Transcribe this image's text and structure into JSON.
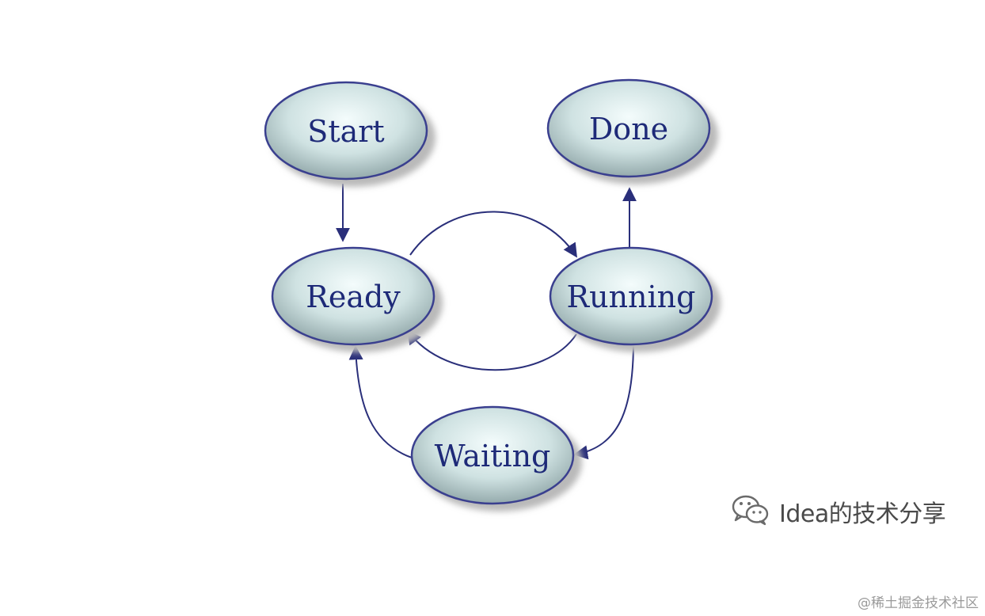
{
  "diagram": {
    "nodes": [
      {
        "id": "start",
        "label": "Start"
      },
      {
        "id": "done",
        "label": "Done"
      },
      {
        "id": "ready",
        "label": "Ready"
      },
      {
        "id": "running",
        "label": "Running"
      },
      {
        "id": "waiting",
        "label": "Waiting"
      }
    ],
    "edges": [
      {
        "from": "start",
        "to": "ready"
      },
      {
        "from": "ready",
        "to": "running"
      },
      {
        "from": "running",
        "to": "ready"
      },
      {
        "from": "running",
        "to": "done"
      },
      {
        "from": "running",
        "to": "waiting"
      },
      {
        "from": "waiting",
        "to": "ready"
      }
    ],
    "colors": {
      "node_stroke": "#3a3f8f",
      "node_fill_light": "#f2fbfb",
      "node_fill_dark": "#8fa6a8",
      "label": "#1e2a78",
      "edge": "#2a2f7a",
      "shadow": "#b9b9b9"
    }
  },
  "watermark": {
    "icon": "wechat-icon",
    "text": "Idea的技术分享"
  },
  "footer": {
    "credit": "@稀土掘金技术社区"
  }
}
